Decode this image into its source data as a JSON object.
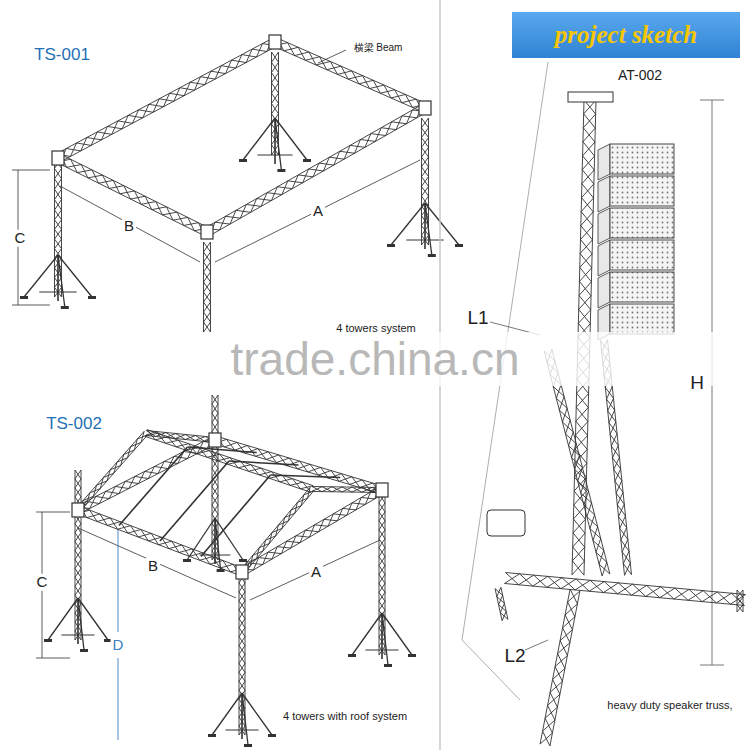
{
  "diagram": {
    "nodes": [
      {
        "text": [
          "project sketch"
        ]
      }
    ],
    "labels": [
      "TS-001",
      "横梁 Beam",
      "C",
      "B",
      "A",
      "4 towers system",
      "trade.china.cn",
      "TS-002",
      "C",
      "B",
      "A",
      "D",
      "4 towers with roof system",
      "AT-002",
      "L1",
      "H",
      "L2",
      "heavy duty speaker truss,"
    ]
  }
}
